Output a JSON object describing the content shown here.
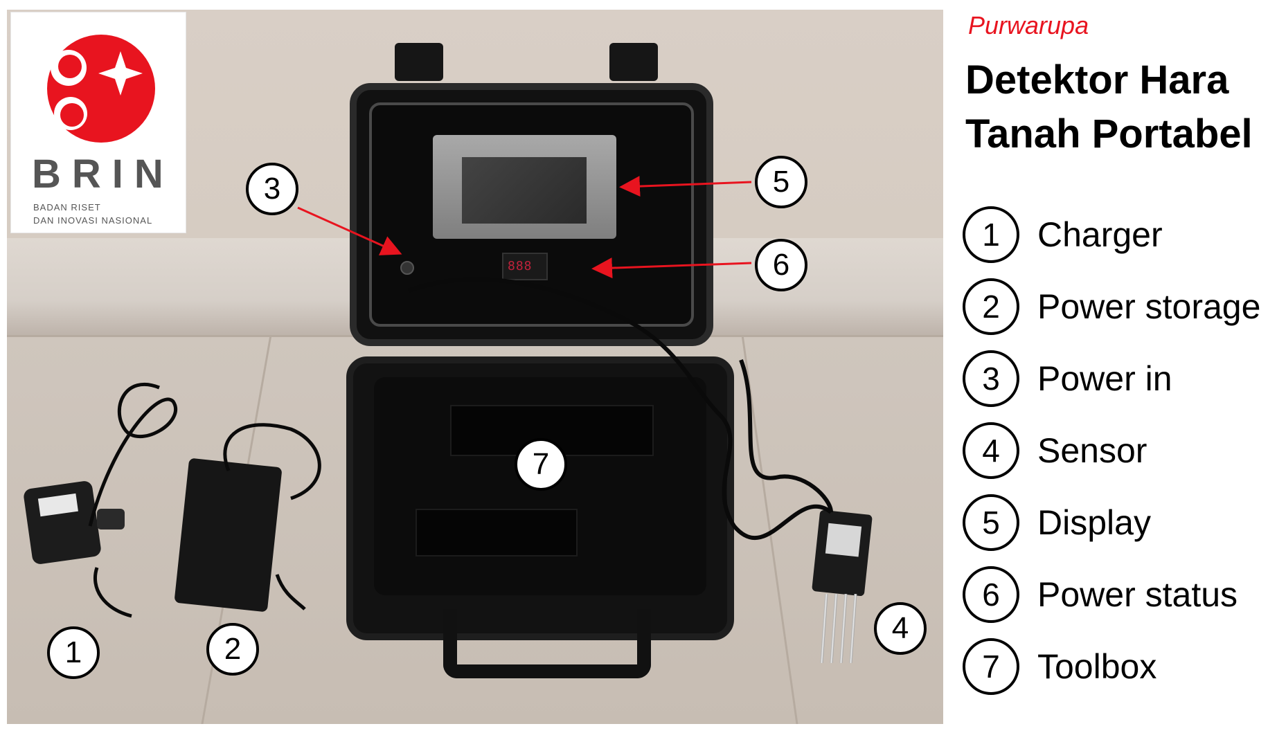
{
  "logo": {
    "word": "BRIN",
    "sub_line_1": "BADAN RISET",
    "sub_line_2": "DAN INOVASI NASIONAL",
    "brand_color": "#e8141f"
  },
  "display": {
    "meter_digits": "888"
  },
  "callouts": [
    "1",
    "2",
    "3",
    "4",
    "5",
    "6",
    "7"
  ],
  "header": {
    "tagline": "Purwarupa",
    "title_line_1": "Detektor Hara",
    "title_line_2": "Tanah Portabel"
  },
  "legend": [
    {
      "num": "1",
      "label": "Charger"
    },
    {
      "num": "2",
      "label": "Power storage"
    },
    {
      "num": "3",
      "label": "Power in"
    },
    {
      "num": "4",
      "label": "Sensor"
    },
    {
      "num": "5",
      "label": "Display"
    },
    {
      "num": "6",
      "label": "Power status"
    },
    {
      "num": "7",
      "label": "Toolbox"
    }
  ],
  "colors": {
    "accent": "#e8141f",
    "arrow": "#e8141f",
    "text": "#000000"
  }
}
